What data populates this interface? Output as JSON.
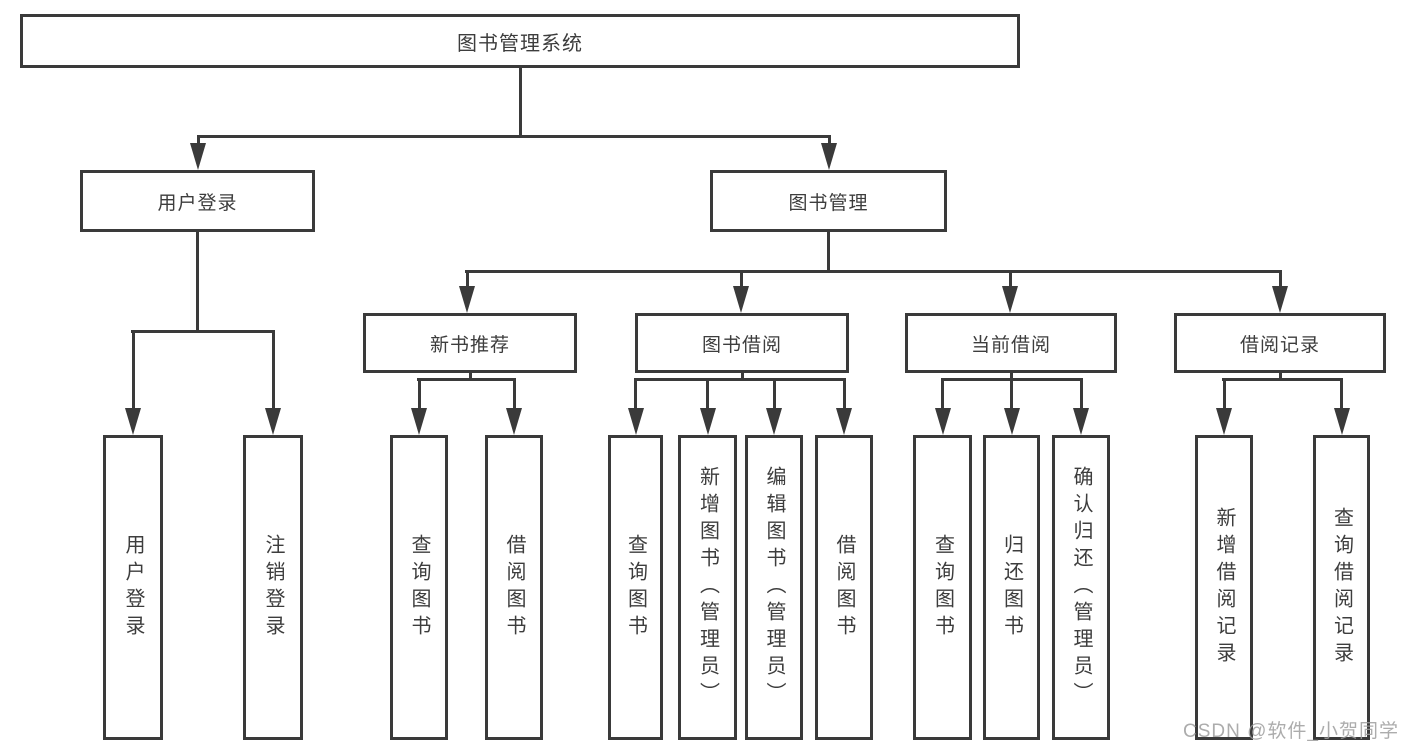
{
  "colors": {
    "line": "#3a3a3a",
    "text": "#3d3d3d",
    "background": "#ffffff",
    "watermark": "#9e9e9e"
  },
  "watermark": "CSDN @软件_小贺同学",
  "diagram": {
    "type": "hierarchy-tree",
    "root": {
      "label": "图书管理系统"
    },
    "level2": [
      {
        "label": "用户登录",
        "parent": "图书管理系统"
      },
      {
        "label": "图书管理",
        "parent": "图书管理系统"
      }
    ],
    "level3": [
      {
        "label": "新书推荐",
        "parent": "图书管理"
      },
      {
        "label": "图书借阅",
        "parent": "图书管理"
      },
      {
        "label": "当前借阅",
        "parent": "图书管理"
      },
      {
        "label": "借阅记录",
        "parent": "图书管理"
      }
    ],
    "leaves": [
      {
        "label": "用户登录",
        "parent": "用户登录"
      },
      {
        "label": "注销登录",
        "parent": "用户登录"
      },
      {
        "label": "查询图书",
        "parent": "新书推荐"
      },
      {
        "label": "借阅图书",
        "parent": "新书推荐"
      },
      {
        "label": "查询图书",
        "parent": "图书借阅"
      },
      {
        "label": "新增图书（管理员）",
        "parent": "图书借阅"
      },
      {
        "label": "编辑图书（管理员）",
        "parent": "图书借阅"
      },
      {
        "label": "借阅图书",
        "parent": "图书借阅"
      },
      {
        "label": "查询图书",
        "parent": "当前借阅"
      },
      {
        "label": "归还图书",
        "parent": "当前借阅"
      },
      {
        "label": "确认归还（管理员）",
        "parent": "当前借阅"
      },
      {
        "label": "新增借阅记录",
        "parent": "借阅记录"
      },
      {
        "label": "查询借阅记录",
        "parent": "借阅记录"
      }
    ]
  }
}
